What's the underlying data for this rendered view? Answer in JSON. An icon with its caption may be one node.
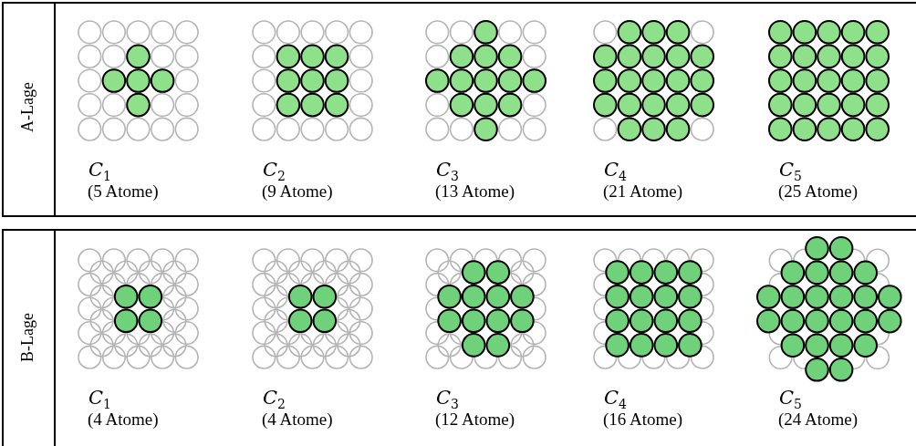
{
  "diagram": {
    "labels": [
      "A-Lage",
      "C$_{1}$",
      "(5 Atome)",
      "C$_{2}$",
      "(9 Atome)",
      "C$_{3}$",
      "(13 Atome)",
      "C$_{4}$",
      "(21 Atome)",
      "C$_{5}$",
      "(25 Atome)",
      "B-Lage",
      "C$_{1}$",
      "(4 Atome)",
      "C$_{2}$",
      "(4 Atome)",
      "C$_{3}$",
      "(12 Atome)",
      "C$_{4}$",
      "(16 Atome)",
      "C$_{5}$",
      "(24 Atome)"
    ]
  }
}
